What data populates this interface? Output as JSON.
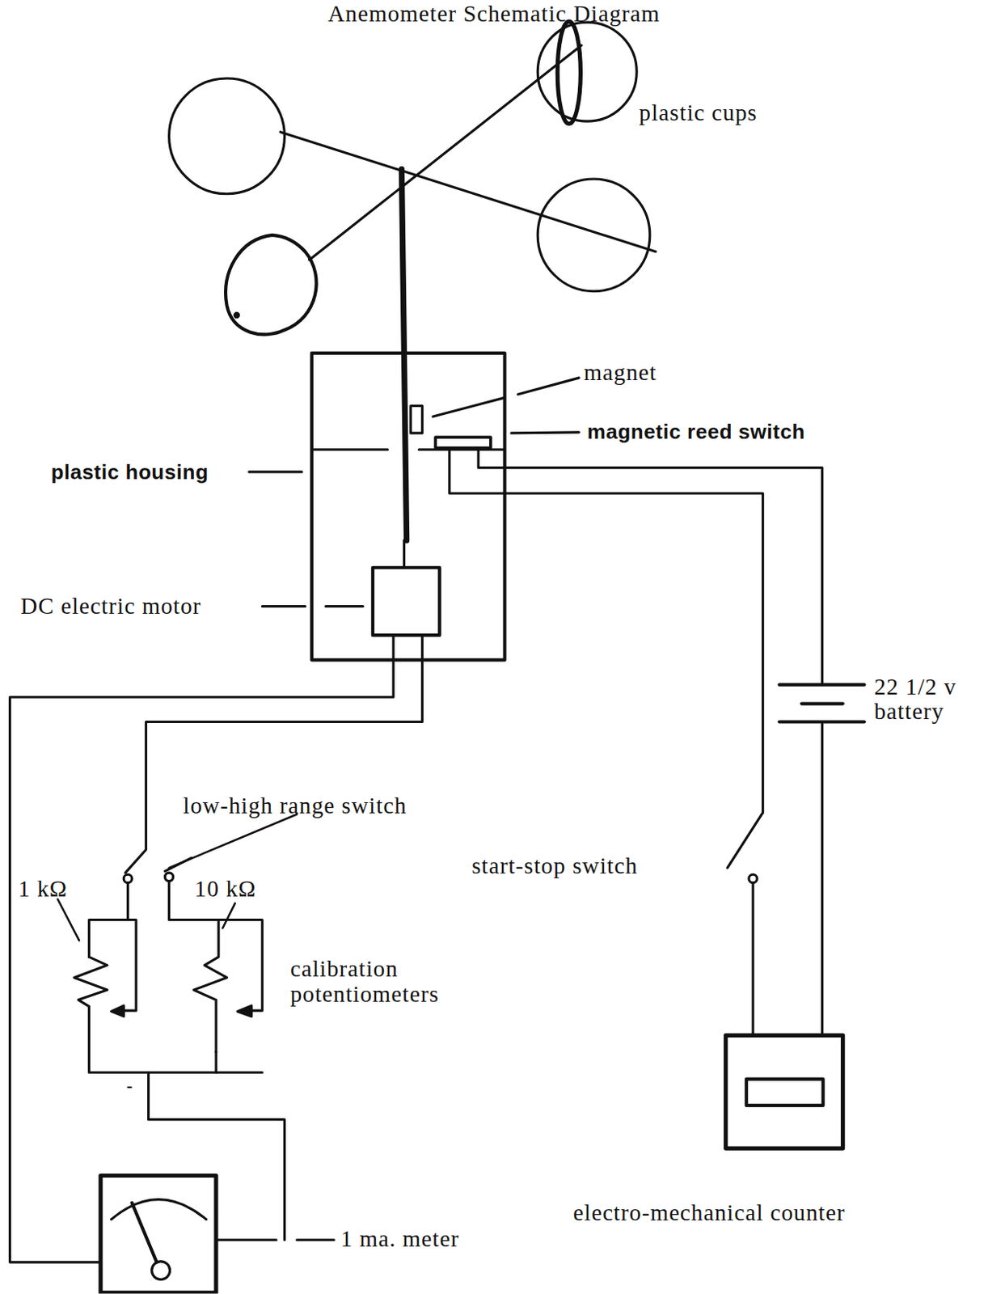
{
  "diagram": {
    "title": "Anemometer Schematic Diagram",
    "labels": [
      "plastic cups",
      "magnet",
      "magnetic reed switch",
      "plastic housing",
      "DC electric motor",
      "22 1/2 v battery",
      "low-high range switch",
      "start-stop switch",
      "1 kΩ",
      "10 kΩ",
      "calibration potentiometers",
      "electro-mechanical counter",
      "1 ma. meter"
    ]
  }
}
